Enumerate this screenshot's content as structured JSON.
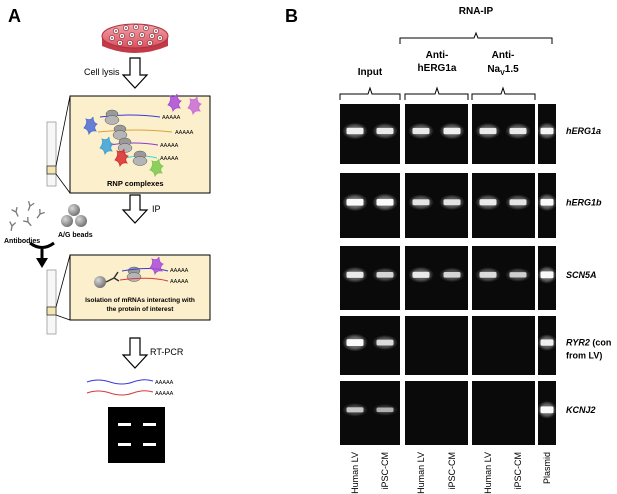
{
  "panel_a": {
    "letter": "A",
    "steps": {
      "lysis": "Cell lysis",
      "rnp": "RNP complexes",
      "ip": "IP",
      "antibodies": "Antibodies",
      "beads": "A/G beads",
      "isolation_line1": "Isolation of mRNAs interacting with",
      "isolation_line2": "the protein of interest",
      "rtpcr": "RT-PCR"
    },
    "polya": "AAAAA"
  },
  "panel_b": {
    "letter": "B",
    "rna_ip_label": "RNA-IP",
    "groups": [
      {
        "id": "input",
        "lines": [
          "Input"
        ]
      },
      {
        "id": "herg1a",
        "lines": [
          "Anti-",
          "hERG1a"
        ]
      },
      {
        "id": "nav15",
        "lines": [
          "Anti-",
          "Na",
          "V",
          "1.5"
        ]
      }
    ],
    "lanes": [
      "Human LV",
      "iPSC-CM",
      "Human LV",
      "iPSC-CM",
      "Human LV",
      "iPSC-CM",
      "Plasmid"
    ],
    "rows": [
      {
        "gene": "hERG1a",
        "extra": ""
      },
      {
        "gene": "hERG1b",
        "extra": ""
      },
      {
        "gene": "SCN5A",
        "extra": ""
      },
      {
        "gene": "RYR2",
        "extra": " (con",
        "extra2": "from LV)"
      },
      {
        "gene": "KCNJ2",
        "extra": ""
      }
    ],
    "band_intensity": [
      [
        0.85,
        0.8,
        0.8,
        0.85,
        0.8,
        0.8,
        0.9
      ],
      [
        0.95,
        0.95,
        0.75,
        0.75,
        0.8,
        0.75,
        0.95
      ],
      [
        0.8,
        0.65,
        0.8,
        0.65,
        0.7,
        0.6,
        0.95
      ],
      [
        0.95,
        0.7,
        0,
        0,
        0,
        0,
        0.85
      ],
      [
        0.55,
        0.4,
        0,
        0,
        0,
        0,
        0.95
      ]
    ]
  }
}
